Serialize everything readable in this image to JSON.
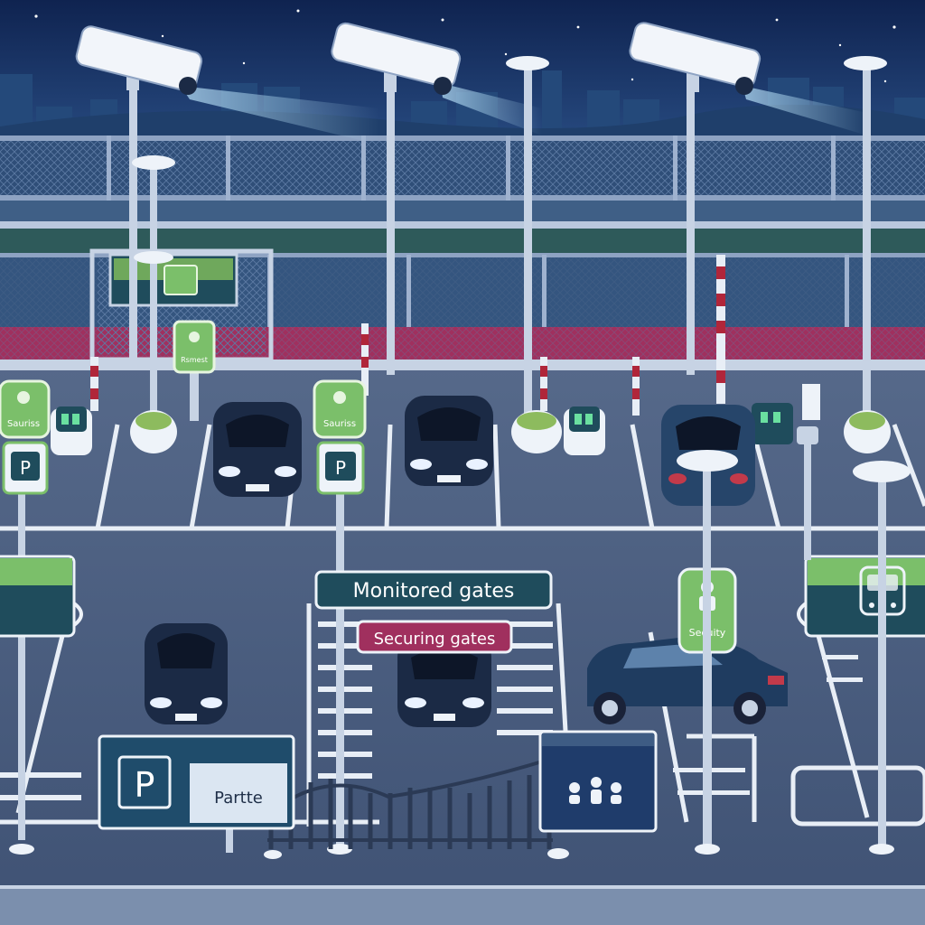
{
  "signs": {
    "monitored": "Monitored gates",
    "securing": "Securing gates",
    "parking_letter": "P",
    "parking_small_letter": "P",
    "parking_word": "Partte",
    "small_sign_left": "Sauriss",
    "small_sign_mid": "Sauriss",
    "small_sign_post": "Rsmest",
    "security_sign": "Secuity"
  },
  "colors": {
    "sky_top": "#0f2350",
    "sky_bottom": "#2a4f86",
    "asphalt": "#4a5c7d",
    "fence": "#2f4e78",
    "accent_green": "#1f5a4f",
    "sign_green": "#7bbf6a",
    "accent_pink": "#a0305e",
    "car_dark": "#1b2a45"
  },
  "icons": [
    "security-camera-icon",
    "parking-p-icon",
    "bus-icon",
    "person-icon",
    "people-icon",
    "gate-icon"
  ]
}
